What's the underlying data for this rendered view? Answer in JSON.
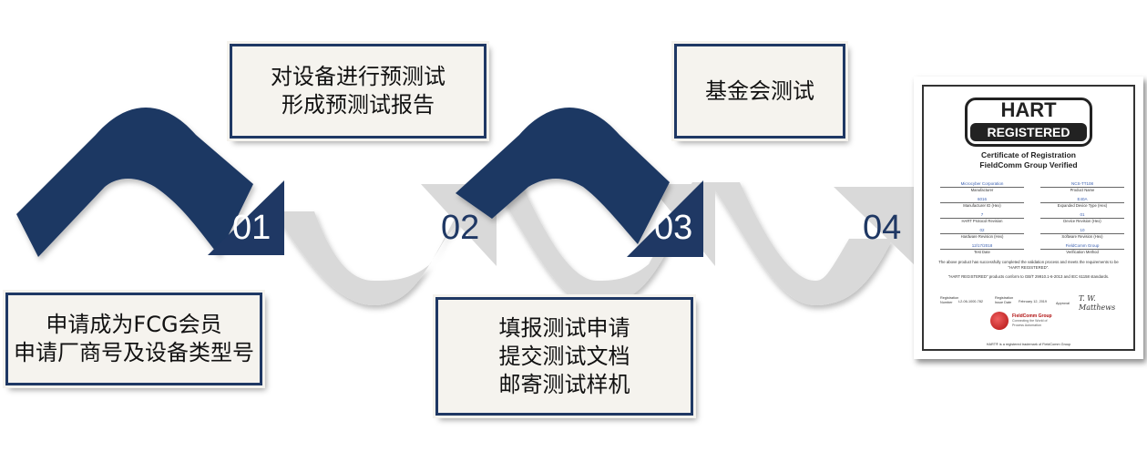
{
  "steps": [
    {
      "number": "01",
      "lines": [
        "申请成为FCG会员",
        "申请厂商号及设备类型号"
      ]
    },
    {
      "number": "02",
      "lines": [
        "对设备进行预测试",
        "形成预测试报告"
      ]
    },
    {
      "number": "03",
      "lines": [
        "填报测试申请",
        "提交测试文档",
        "邮寄测试样机"
      ]
    },
    {
      "number": "04",
      "lines": [
        "基金会测试"
      ]
    }
  ],
  "certificate": {
    "logo_top": "HART",
    "logo_bottom": "REGISTERED",
    "title": "Certificate of Registration",
    "subtitle": "FieldComm Group Verified",
    "fields": [
      {
        "value": "Microcyber Corporation",
        "label": "Manufacturer"
      },
      {
        "value": "NCS-TT108",
        "label": "Product Name"
      },
      {
        "value": "6016",
        "label": "Manufacturer ID (Hex)"
      },
      {
        "value": "E40A",
        "label": "Expanded Device Type (Hex)"
      },
      {
        "value": "7",
        "label": "HART Protocol Revision"
      },
      {
        "value": "01",
        "label": "Device Revision (Hex)"
      },
      {
        "value": "02",
        "label": "Hardware Revision (Hex)"
      },
      {
        "value": "10",
        "label": "Software Revision (Hex)"
      },
      {
        "value": "12/17/2018",
        "label": "Test Date"
      },
      {
        "value": "FieldComm Group",
        "label": "Verification Method"
      }
    ],
    "para1": "The above product has successfully completed the validation process and meets the requirements to be \"HART REGISTERED\".",
    "para2": "\"HART REGISTERED\" products conform to GB/T 29910.1-6-2013 and IEC 61158 standards.",
    "reg_label": "Registration Number",
    "reg_number": "L2-06-1000-782",
    "issue_label": "Registration Issue Date",
    "issue_date": "February 12, 2019",
    "approval_label": "Approval",
    "signature": "T. W. Matthews",
    "org_name": "FieldComm Group",
    "org_tagline": "Connecting the World of Process Automation",
    "footer": "HART® is a registered trademark of FieldComm Group"
  },
  "colors": {
    "navy": "#1f3864",
    "gray": "#d9d9d9",
    "box_bg": "#f5f3ee"
  }
}
